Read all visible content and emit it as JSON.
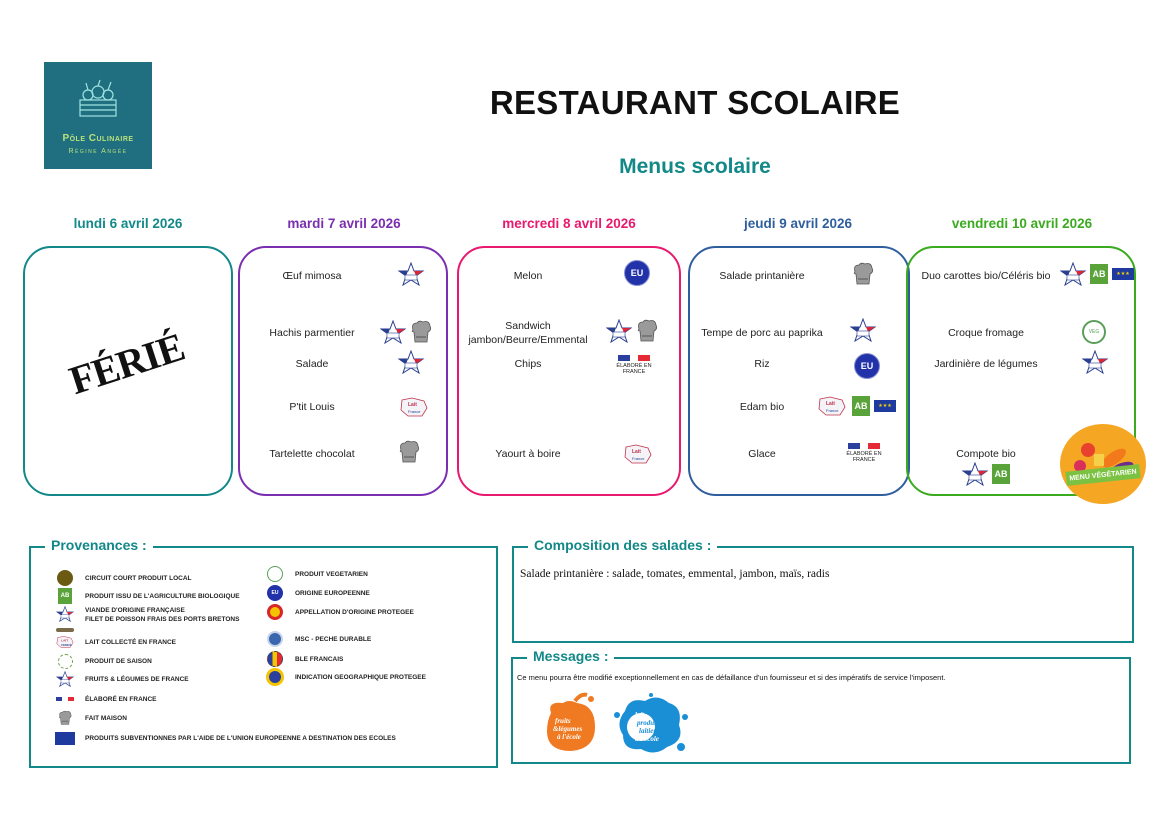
{
  "logo": {
    "line1": "Pôle Culinaire",
    "line2": "Régine Angée",
    "bg_color": "#1f6f80"
  },
  "header": {
    "title": "RESTAURANT SCOLAIRE",
    "subtitle": "Menus scolaire"
  },
  "days": [
    {
      "label": "lundi 6 avril 2026",
      "color": "#138888",
      "status": "FÉRIÉ",
      "dishes": []
    },
    {
      "label": "mardi 7 avril 2026",
      "color": "#7a2fb0",
      "dishes": [
        {
          "name": "Œuf mimosa",
          "icons": [
            "oeufs-de-france-icon"
          ]
        },
        {
          "name": "Hachis parmentier",
          "icons": [
            "viande-francaise-icon",
            "fait-maison-icon"
          ]
        },
        {
          "name": "Salade",
          "icons": [
            "fruits-legumes-france-icon"
          ]
        },
        {
          "name": "P'tit Louis",
          "icons": [
            "lait-france-icon"
          ]
        },
        {
          "name": "Tartelette chocolat",
          "icons": [
            "fait-maison-icon"
          ]
        }
      ]
    },
    {
      "label": "mercredi 8 avril 2026",
      "color": "#e8196e",
      "dishes": [
        {
          "name": "Melon",
          "icons": [
            "origine-europeenne-icon"
          ]
        },
        {
          "name": "Sandwich jambon/Beurre/Emmental",
          "icons": [
            "viande-francaise-icon",
            "fait-maison-icon"
          ]
        },
        {
          "name": "Chips",
          "icons": [
            "elabore-en-france-icon"
          ]
        },
        {
          "name": "Yaourt à boire",
          "icons": [
            "lait-france-icon"
          ]
        }
      ]
    },
    {
      "label": "jeudi 9 avril 2026",
      "color": "#2e5e9e",
      "dishes": [
        {
          "name": "Salade printanière",
          "icons": [
            "fait-maison-icon"
          ]
        },
        {
          "name": "Tempe de porc au paprika",
          "icons": [
            "viande-francaise-icon"
          ]
        },
        {
          "name": "Riz",
          "icons": [
            "origine-europeenne-icon"
          ]
        },
        {
          "name": "Edam bio",
          "icons": [
            "lait-france-icon",
            "agriculture-bio-icon",
            "eu-flag-icon"
          ]
        },
        {
          "name": "Glace",
          "icons": [
            "elabore-en-france-icon"
          ]
        }
      ]
    },
    {
      "label": "vendredi 10 avril 2026",
      "color": "#3aaa1e",
      "dishes": [
        {
          "name": "Duo carottes bio/Céléris bio",
          "icons": [
            "fruits-legumes-france-icon",
            "agriculture-bio-icon",
            "eu-flag-icon"
          ]
        },
        {
          "name": "Croque fromage",
          "icons": [
            "produit-vegetarien-icon"
          ]
        },
        {
          "name": "Jardinière de légumes",
          "icons": [
            "fruits-legumes-france-icon"
          ]
        },
        {
          "name": "Compote bio",
          "icons": [
            "fruits-legumes-france-icon",
            "agriculture-bio-icon"
          ]
        }
      ],
      "badge": "MENU VÉGÉTARIEN"
    }
  ],
  "fait_maison_label": "FAIT MAISON",
  "provenances": {
    "title": "Provenances :",
    "left": [
      {
        "icon": "circuit-court-icon",
        "label": "CIRCUIT COURT PRODUIT LOCAL"
      },
      {
        "icon": "agriculture-bio-icon",
        "label": "PRODUIT ISSU DE L'AGRICULTURE BIOLOGIQUE"
      },
      {
        "icon": "viande-francaise-icon",
        "label": "VIANDE D'ORIGINE FRANÇAISE"
      },
      {
        "icon": "poisson-bretons-icon",
        "label": "FILET DE POISSON FRAIS DES PORTS BRETONS"
      },
      {
        "icon": "lait-france-icon",
        "label": "LAIT COLLECTÉ EN FRANCE"
      },
      {
        "icon": "produit-saison-icon",
        "label": "PRODUIT DE SAISON"
      },
      {
        "icon": "fruits-legumes-france-icon",
        "label": "FRUITS & LÉGUMES DE FRANCE"
      },
      {
        "icon": "elabore-en-france-icon",
        "label": "ÉLABORÉ EN FRANCE"
      },
      {
        "icon": "fait-maison-icon",
        "label": "FAIT MAISON"
      },
      {
        "icon": "eu-flag-icon",
        "label": "PRODUITS SUBVENTIONNES PAR L'AIDE DE L'UNION EUROPEENNE A DESTINATION DES ECOLES"
      }
    ],
    "right": [
      {
        "icon": "produit-vegetarien-icon",
        "label": "PRODUIT VEGETARIEN"
      },
      {
        "icon": "origine-europeenne-icon",
        "label": "ORIGINE EUROPEENNE"
      },
      {
        "icon": "aop-icon",
        "label": "APPELLATION D'ORIGINE PROTEGEE"
      },
      {
        "icon": "msc-icon",
        "label": "MSC - PECHE DURABLE"
      },
      {
        "icon": "ble-francais-icon",
        "label": "BLE FRANCAIS"
      },
      {
        "icon": "igp-icon",
        "label": "INDICATION GEOGRAPHIQUE PROTEGEE"
      }
    ]
  },
  "composition": {
    "title": "Composition des salades :",
    "text": "Salade printanière : salade, tomates, emmental, jambon, maïs, radis"
  },
  "messages": {
    "title": "Messages :",
    "text": "Ce menu pourra être modifié exceptionnellement en cas de défaillance d'un fournisseur et si des impératifs de service l'imposent.",
    "logos": [
      {
        "name": "fruits-legumes-ecole-logo",
        "text": "fruits & légumes à l'école",
        "color": "#f07a22"
      },
      {
        "name": "lait-produits-laitiers-ecole-logo",
        "text": "lait & produits laitiers à l'école",
        "color": "#1a8fd6"
      }
    ]
  },
  "elabore_text": {
    "line1": "ÉLABORÉ EN",
    "line2": "FRANCE"
  },
  "eu_text": "EU"
}
